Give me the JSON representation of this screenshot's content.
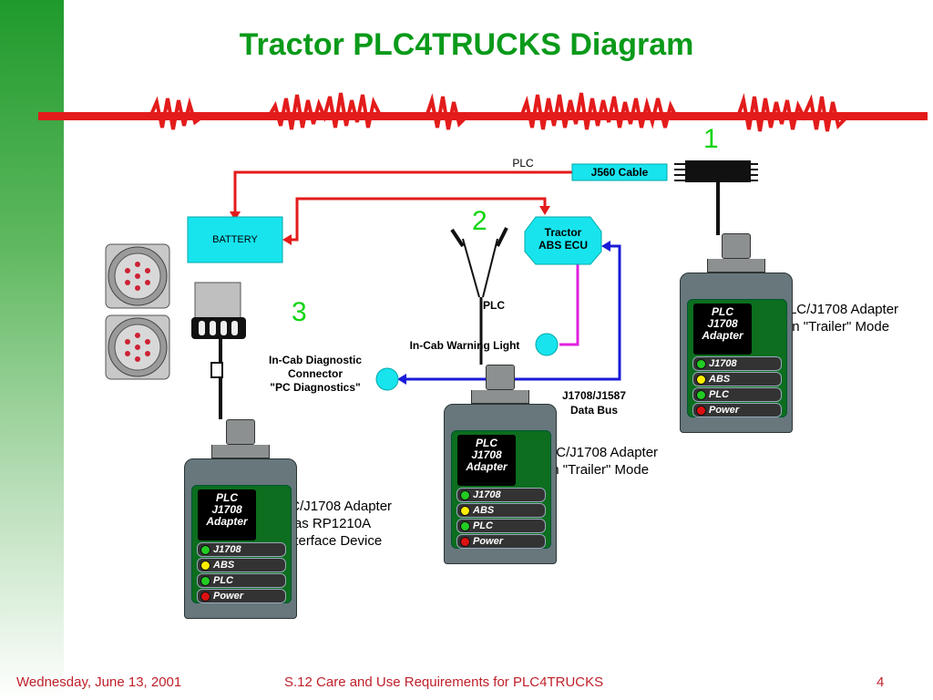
{
  "title": "Tractor PLC4TRUCKS Diagram",
  "numbers": {
    "n1": "1",
    "n2": "2",
    "n3": "3"
  },
  "labels": {
    "plc_top": "PLC",
    "j560": "J560 Cable",
    "battery": "BATTERY",
    "ecu_line1": "Tractor",
    "ecu_line2": "ABS ECU",
    "plc_mid": "PLC",
    "warning_light": "In-Cab Warning Light",
    "diag_line1": "In-Cab Diagnostic",
    "diag_line2": "Connector",
    "diag_line3": "\"PC Diagnostics\"",
    "databus_line1": "J1708/J1587",
    "databus_line2": "Data Bus",
    "right_desc_line1": "PLC/J1708 Adapter",
    "right_desc_line2": "in \"Trailer\" Mode",
    "mid_desc_line1": "PLC/J1708 Adapter",
    "mid_desc_line2": "in \"Trailer\" Mode",
    "left_desc_line1": "PLC/J1708 Adapter",
    "left_desc_line2": "as RP1210A",
    "left_desc_line3": "Interface Device"
  },
  "adapter": {
    "title_line1": "PLC",
    "title_line2": "J1708",
    "title_line3": "Adapter",
    "leds": [
      {
        "label": "J1708",
        "color": "#22cc22"
      },
      {
        "label": "ABS",
        "color": "#ffee00"
      },
      {
        "label": "PLC",
        "color": "#22cc22"
      },
      {
        "label": "Power",
        "color": "#dd1111"
      }
    ]
  },
  "colors": {
    "accent": "#0a9a1a",
    "wire_red": "#e31b1b",
    "wire_blue": "#1a1ad8",
    "wire_magenta": "#e020e0",
    "cyan_box": "#18e4ee"
  },
  "footer": {
    "date": "Wednesday, June 13, 2001",
    "center": "S.12 Care and Use Requirements for PLC4TRUCKS",
    "page": "4"
  }
}
